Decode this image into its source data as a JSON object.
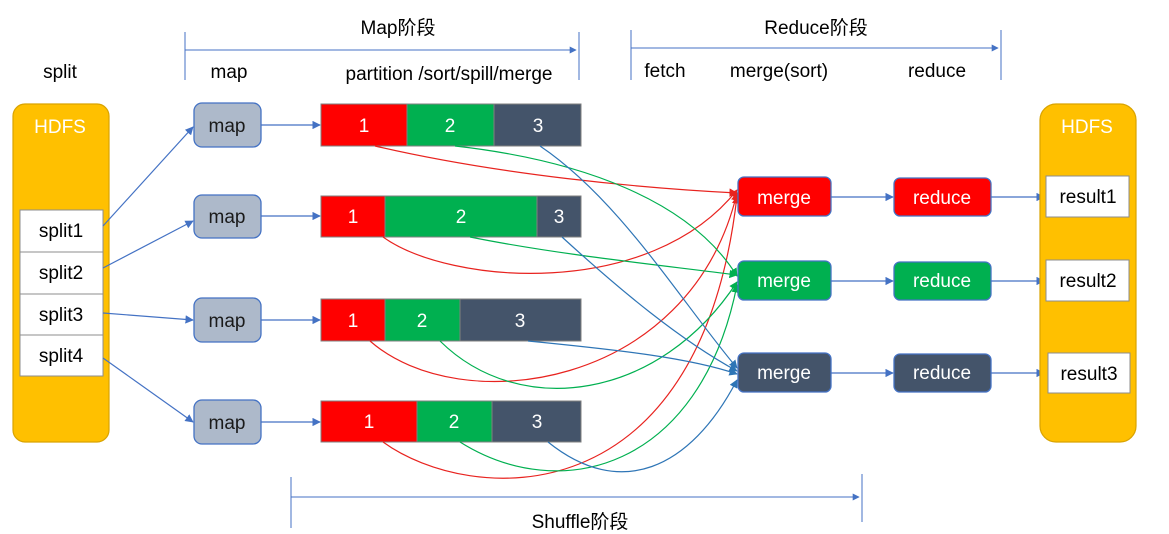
{
  "headers": {
    "map_stage": "Map阶段",
    "reduce_stage": "Reduce阶段",
    "shuffle_stage": "Shuffle阶段",
    "split": "split",
    "map": "map",
    "partition": "partition /sort/spill/merge",
    "fetch": "fetch",
    "merge_sort": "merge(sort)",
    "reduce": "reduce"
  },
  "hdfs_in": {
    "label": "HDFS",
    "splits": [
      "split1",
      "split2",
      "split3",
      "split4"
    ]
  },
  "map_tasks": [
    "map",
    "map",
    "map",
    "map"
  ],
  "partitions": [
    [
      "1",
      "2",
      "3"
    ],
    [
      "1",
      "2",
      "3"
    ],
    [
      "1",
      "2",
      "3"
    ],
    [
      "1",
      "2",
      "3"
    ]
  ],
  "merges": [
    "merge",
    "merge",
    "merge"
  ],
  "reduces": [
    "reduce",
    "reduce",
    "reduce"
  ],
  "hdfs_out": {
    "label": "HDFS",
    "results": [
      "result1",
      "result2",
      "result3"
    ]
  },
  "colors": {
    "hdfs_fill": "#FFC000",
    "hdfs_stroke": "#D9A300",
    "map_fill": "#ADB9CA",
    "map_stroke": "#4472C4",
    "red": "#FF0000",
    "green": "#00B050",
    "navy": "#44546A",
    "arrow_blue": "#4472C4"
  }
}
